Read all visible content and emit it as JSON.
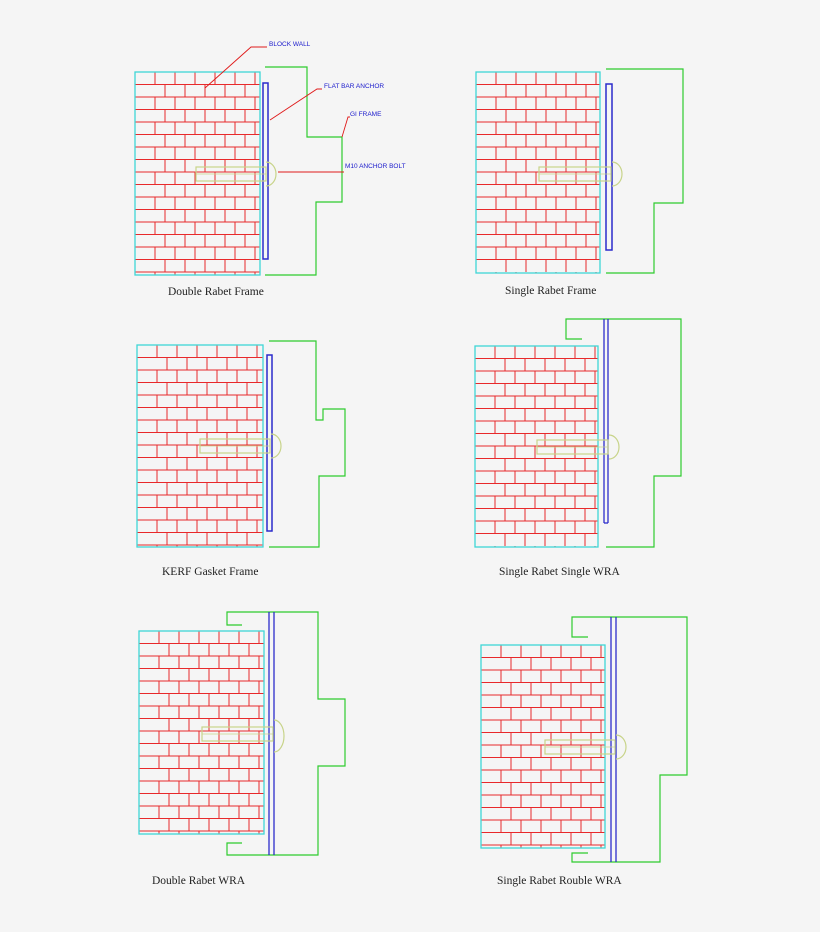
{
  "callouts": {
    "block_wall": "BLOCK WALL",
    "flat_bar_anchor": "FLAT BAR ANCHOR",
    "gi_frame": "GI FRAME",
    "m10_anchor_bolt": "M10 ANCHOR BOLT"
  },
  "captions": {
    "double_rabet_frame": "Double Rabet Frame",
    "single_rabet_frame": "Single Rabet Frame",
    "kerf_gasket_frame": "KERF Gasket Frame",
    "single_rabet_single_wra": "Single Rabet Single WRA",
    "double_rabet_wra": "Double Rabet WRA",
    "single_rabet_rouble_wra": "Single Rabet Rouble WRA"
  },
  "colors": {
    "background": "#f5f5f5",
    "brick_lines": "#e8292b",
    "wall_outline": "#3fd6d6",
    "frame": "#2ecc2e",
    "anchor": "#2b2bcc",
    "bolt": "#c8d48a",
    "leader_lines": "#e01a1a",
    "callout_text": "#1a1acc"
  }
}
